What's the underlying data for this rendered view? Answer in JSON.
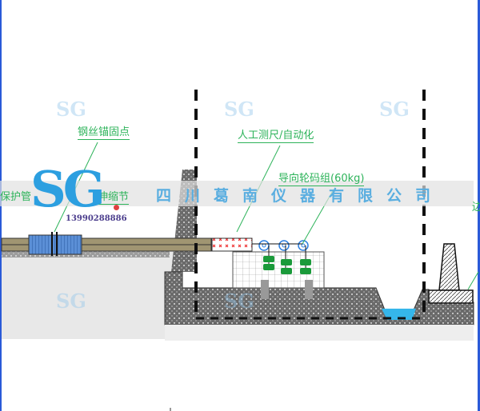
{
  "labels": {
    "anchor_point": "钢丝锚固点",
    "manual_auto": "人工测尺/自动化",
    "guide_wheel": "导向轮码组(60kg)",
    "protect_pipe": "保护管",
    "expansion_joint": "伸缩节",
    "right_cut": "边"
  },
  "watermark": {
    "company": "四川葛南仪器有限公司",
    "logo": "SG",
    "phone": "13990288886"
  },
  "colors": {
    "label": "#2db35a",
    "water": "#35b6ea",
    "weight": "#1a9a3a",
    "brand": "#2c9fe0"
  }
}
